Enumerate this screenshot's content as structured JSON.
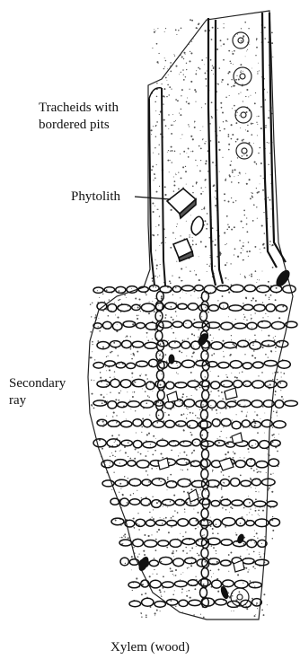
{
  "labels": {
    "tracheids_line1": "Tracheids with",
    "tracheids_line2": "bordered pits",
    "phytolith": "Phytolith",
    "secondary_ray_line1": "Secondary",
    "secondary_ray_line2": "ray"
  },
  "caption": "Xylem (wood)",
  "colors": {
    "ink": "#111111",
    "stipple": "#555555",
    "paper": "#ffffff"
  }
}
